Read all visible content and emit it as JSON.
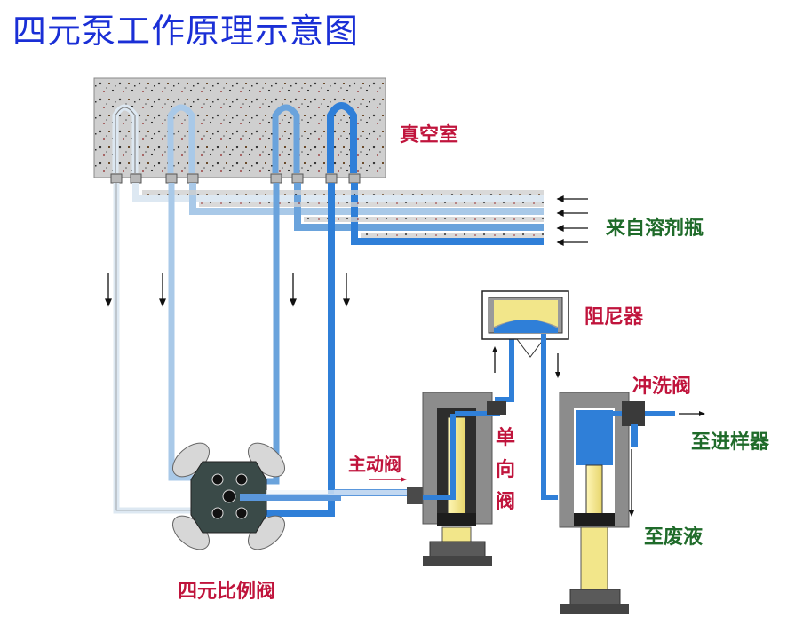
{
  "title": "四元泵工作原理示意图",
  "labels": {
    "vacuum": "真空室",
    "solvent": "来自溶剂瓶",
    "damper": "阻尼器",
    "flush_valve": "冲洗阀",
    "to_injector": "至进样器",
    "main_valve": "主动阀",
    "check_valve": [
      "单",
      "向",
      "阀"
    ],
    "to_waste": "至废液",
    "proportion_valve": "四元比例阀"
  },
  "colors": {
    "title": "#1a2fd6",
    "label_red": "#c0143c",
    "label_green": "#1f6b2a",
    "solvent_lines": [
      "#dde8f2",
      "#a9c9e8",
      "#6aa3dc",
      "#2f7fd8"
    ],
    "pump_body": "#8c8c8c",
    "piston": "#f2e68a"
  }
}
